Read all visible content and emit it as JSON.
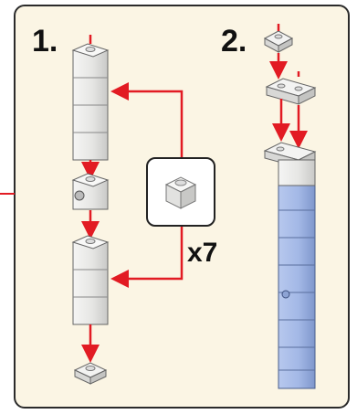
{
  "steps": [
    {
      "number": "1."
    },
    {
      "number": "2."
    }
  ],
  "callout": {
    "quantity": "x7",
    "part_icon": "white-1x1-brick-icon"
  },
  "colors": {
    "panel_bg": "#fbf5e4",
    "arrow": "#e21b23",
    "white_brick": "#e8e8e6",
    "blue_brick": "#9fb6e2"
  }
}
